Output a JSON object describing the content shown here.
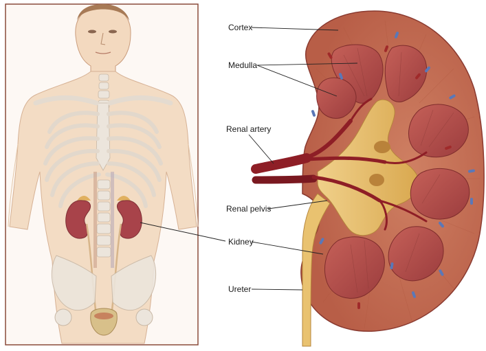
{
  "labels": {
    "cortex": "Cortex",
    "medulla": "Medulla",
    "renal_artery": "Renal artery",
    "renal_pelvis": "Renal pelvis",
    "kidney": "Kidney",
    "ureter": "Ureter"
  },
  "colors": {
    "frame": "#8a4a3a",
    "skin": "#f3dcc4",
    "bone": "#ece5dc",
    "kidney": "#a8434a",
    "cortex": "#c8735a",
    "medulla": "#b04e4c",
    "pelvis": "#e9c270",
    "artery": "#8e1e26",
    "vein": "#5a78b8",
    "leader_line": "#222222"
  }
}
